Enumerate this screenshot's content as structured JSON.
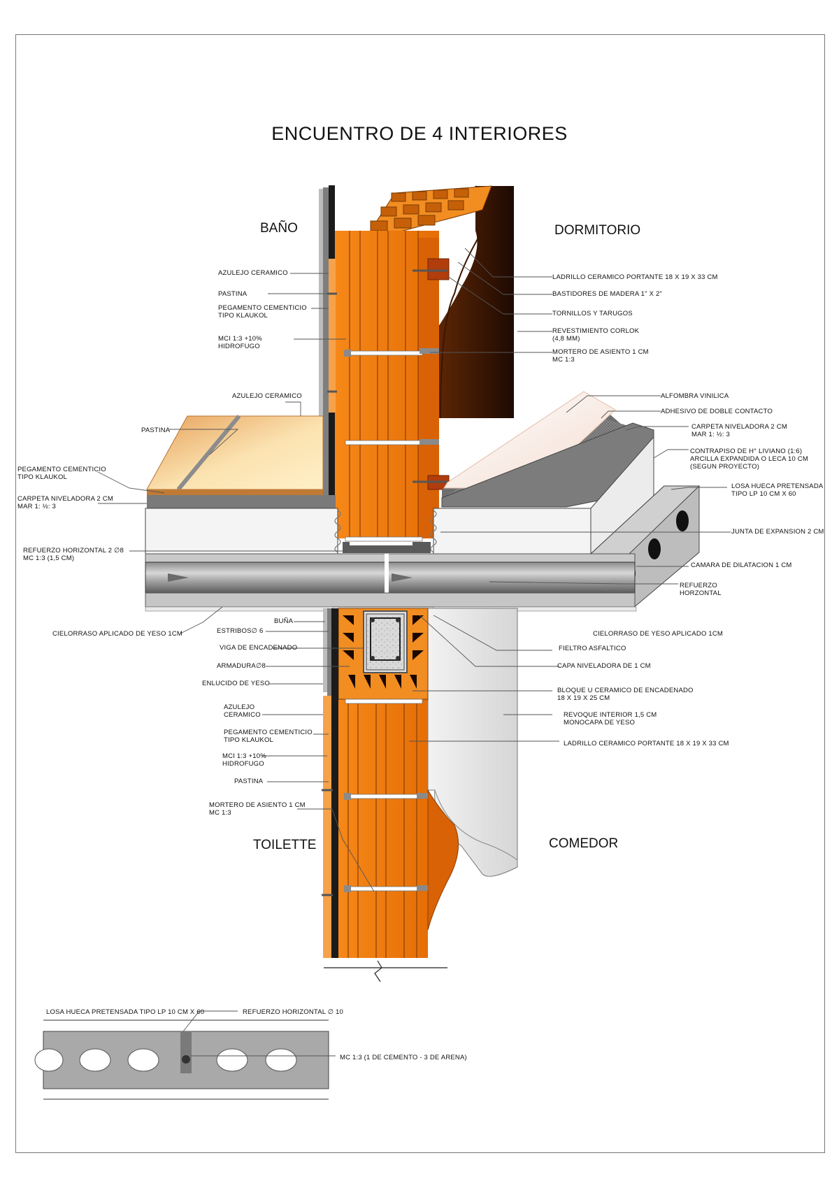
{
  "title": "ENCUENTRO DE 4 INTERIORES",
  "rooms": {
    "bano": "BAÑO",
    "dormitorio": "DORMITORIO",
    "toilette": "TOILETTE",
    "comedor": "COMEDOR"
  },
  "labels": {
    "azulejo_1": "AZULEJO CERAMICO",
    "pastina_1": "PASTINA",
    "pegamento_1": "PEGAMENTO CEMENTICIO\nTIPO KLAUKOL",
    "mci_1": "MCI 1:3 +10%\nHIDROFUGO",
    "azulejo_2": "AZULEJO CERAMICO",
    "pastina_2": "PASTINA",
    "pegamento_2": "PEGAMENTO CEMENTICIO\nTIPO KLAUKOL",
    "carpeta_left": "CARPETA NIVELADORA 2 CM\nMAR 1: ½: 3",
    "refuerzo_h_left": "REFUERZO HORIZONTAL 2 ∅8\nMC 1:3 (1,5 CM)",
    "cielorraso_left": "CIELORRASO APLICADO DE YESO 1CM",
    "buna": "BUÑA",
    "estribos": "ESTRIBOS∅ 6",
    "viga": "VIGA DE ENCADENADO",
    "armadura": "ARMADURA∅8",
    "enlucido": "ENLUCIDO DE YESO",
    "azulejo_3": "AZULEJO\nCERAMICO",
    "pegamento_3": "PEGAMENTO CEMENTICIO\nTIPO KLAUKOL",
    "mci_3": "MCI 1:3 +10%\nHIDROFUGO",
    "pastina_3": "PASTINA",
    "mortero_3": "MORTERO DE ASIENTO 1 CM\nMC 1:3",
    "ladrillo_1": "LADRILLO CERAMICO PORTANTE 18 X 19 X 33 CM",
    "bastidores": "BASTIDORES DE MADERA 1\" X 2\"",
    "tornillos": "TORNILLOS Y TARUGOS",
    "corlok": "REVESTIMIENTO CORLOK\n(4,8 MM)",
    "mortero_1": "MORTERO DE ASIENTO 1 CM\nMC 1:3",
    "alfombra": "ALFOMBRA VINILICA",
    "adhesivo": "ADHESIVO DE DOBLE CONTACTO",
    "carpeta_right": "CARPETA NIVELADORA 2 CM\nMAR 1: ½: 3",
    "contrapiso": "CONTRAPISO DE H° LIVIANO (1:6)\nARCILLA EXPANDIDA O LECA 10 CM\n(SEGUN PROYECTO)",
    "losa": "LOSA HUECA PRETENSADA\nTIPO LP 10 CM X 60",
    "junta": "JUNTA DE EXPANSION 2 CM",
    "camara": "CAMARA DE DILATACION 1 CM",
    "refuerzo_h_right": "REFUERZO\nHORZONTAL",
    "cielorraso_right": "CIELORRASO DE YESO APLICADO 1CM",
    "fieltro": "FIELTRO ASFALTICO",
    "capa": "CAPA NIVELADORA DE 1 CM",
    "bloque_u": "BLOQUE U CERAMICO DE ENCADENADO\n18 X 19 X 25 CM",
    "revoque": "REVOQUE INTERIOR 1,5 CM\nMONOCAPA DE YESO",
    "ladrillo_2": "LADRILLO CERAMICO PORTANTE 18 X 19 X 33 CM",
    "losa_detail": "LOSA HUECA PRETENSADA TIPO LP 10 CM X 60",
    "refuerzo_10": "REFUERZO HORIZONTAL ∅ 10",
    "mc_detail": "MC  1:3 (1 DE CEMENTO - 3 DE ARENA)"
  },
  "colors": {
    "brick": "#f07d0e",
    "brick_dark": "#c85a05",
    "tile": "#f3c98c",
    "concrete": "#b8b8b8",
    "screed": "#7a7a7a",
    "plaster": "#e2e2e2",
    "corlok": "#5a2a08",
    "carpet": "#f6e7de"
  }
}
